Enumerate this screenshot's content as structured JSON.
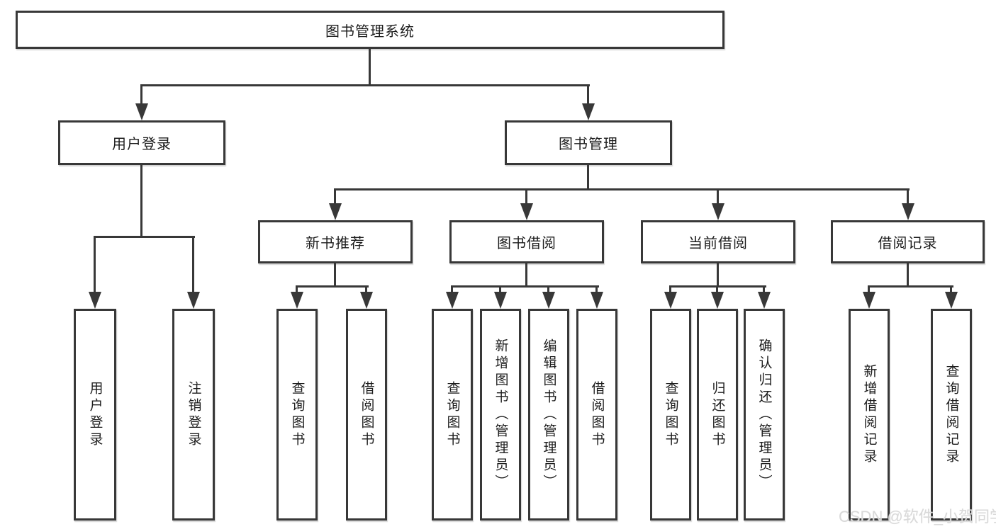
{
  "diagram": {
    "title": "图书管理系统",
    "level2": {
      "user_login": "用户登录",
      "book_management": "图书管理"
    },
    "level3": {
      "new_book_recommend": "新书推荐",
      "book_borrow": "图书借阅",
      "current_borrow": "当前借阅",
      "borrow_records": "借阅记录"
    },
    "leaves": {
      "user_login": [
        "用户登录",
        "注销登录"
      ],
      "new_book_recommend": [
        "查询图书",
        "借阅图书"
      ],
      "book_borrow": [
        "查询图书",
        "新增图书（管理员）",
        "编辑图书（管理员）",
        "借阅图书"
      ],
      "current_borrow": [
        "查询图书",
        "归还图书",
        "确认归还（管理员）"
      ],
      "borrow_records": [
        "新增借阅记录",
        "查询借阅记录"
      ]
    }
  },
  "watermark": {
    "text": "CSDN @软件_小贺同学"
  },
  "colors": {
    "line": "#383838",
    "text": "#1c1c1c",
    "background": "#ffffff",
    "watermark": "#d9d9d9"
  }
}
